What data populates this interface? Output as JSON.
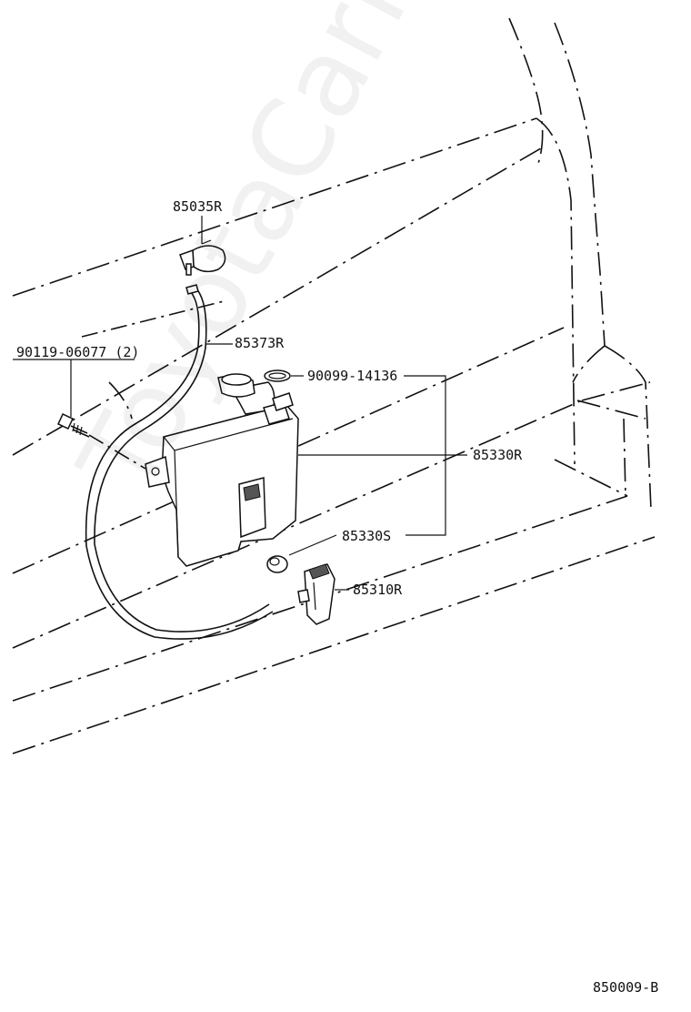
{
  "callouts": {
    "nozzle": "85035R",
    "hose": "85373R",
    "bolt": "90119-06077 (2)",
    "gasket": "90099-14136",
    "tank": "85330R",
    "cap": "85330S",
    "motor": "85310R"
  },
  "diagram_code": "850009-B",
  "watermark": "ToyotaCarMine.ru"
}
